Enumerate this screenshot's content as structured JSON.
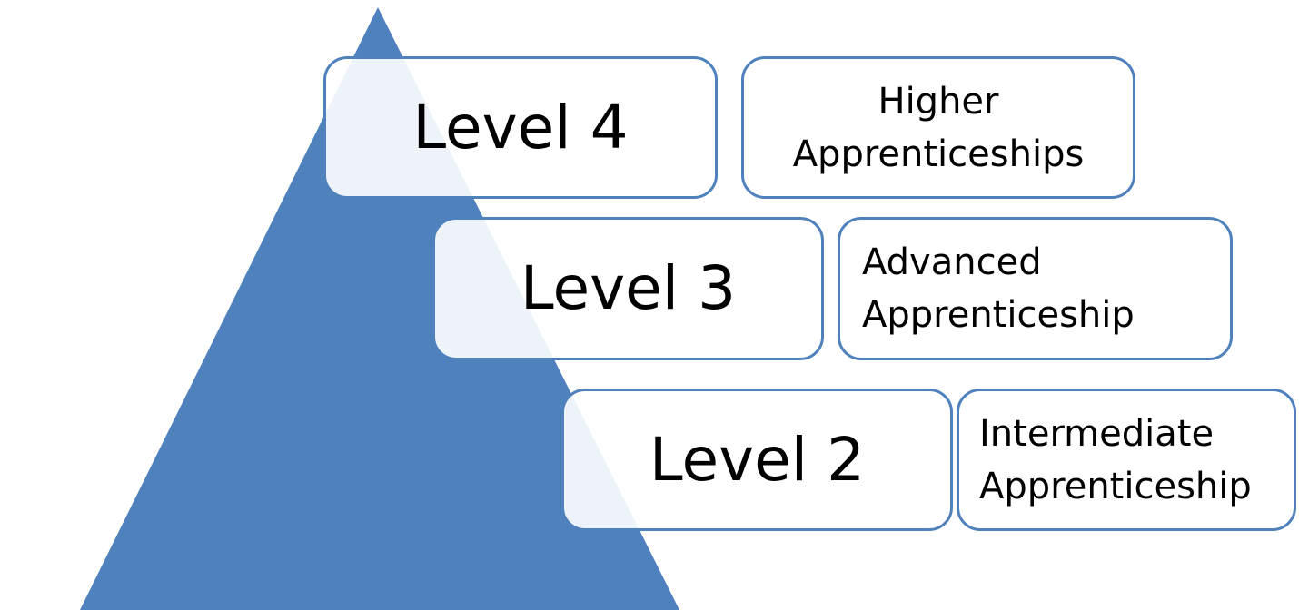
{
  "diagram": {
    "colors": {
      "pyramid_fill": "#4f81bd",
      "box_border": "#4f81bd",
      "box_fill": "#ffffff",
      "text": "#000000"
    },
    "levels": [
      {
        "label": "Level 4",
        "description": [
          "Higher",
          "Apprenticeships"
        ]
      },
      {
        "label": "Level 3",
        "description": [
          "Advanced",
          "Apprenticeship"
        ]
      },
      {
        "label": "Level 2",
        "description": [
          "Intermediate",
          "Apprenticeship"
        ]
      }
    ]
  }
}
